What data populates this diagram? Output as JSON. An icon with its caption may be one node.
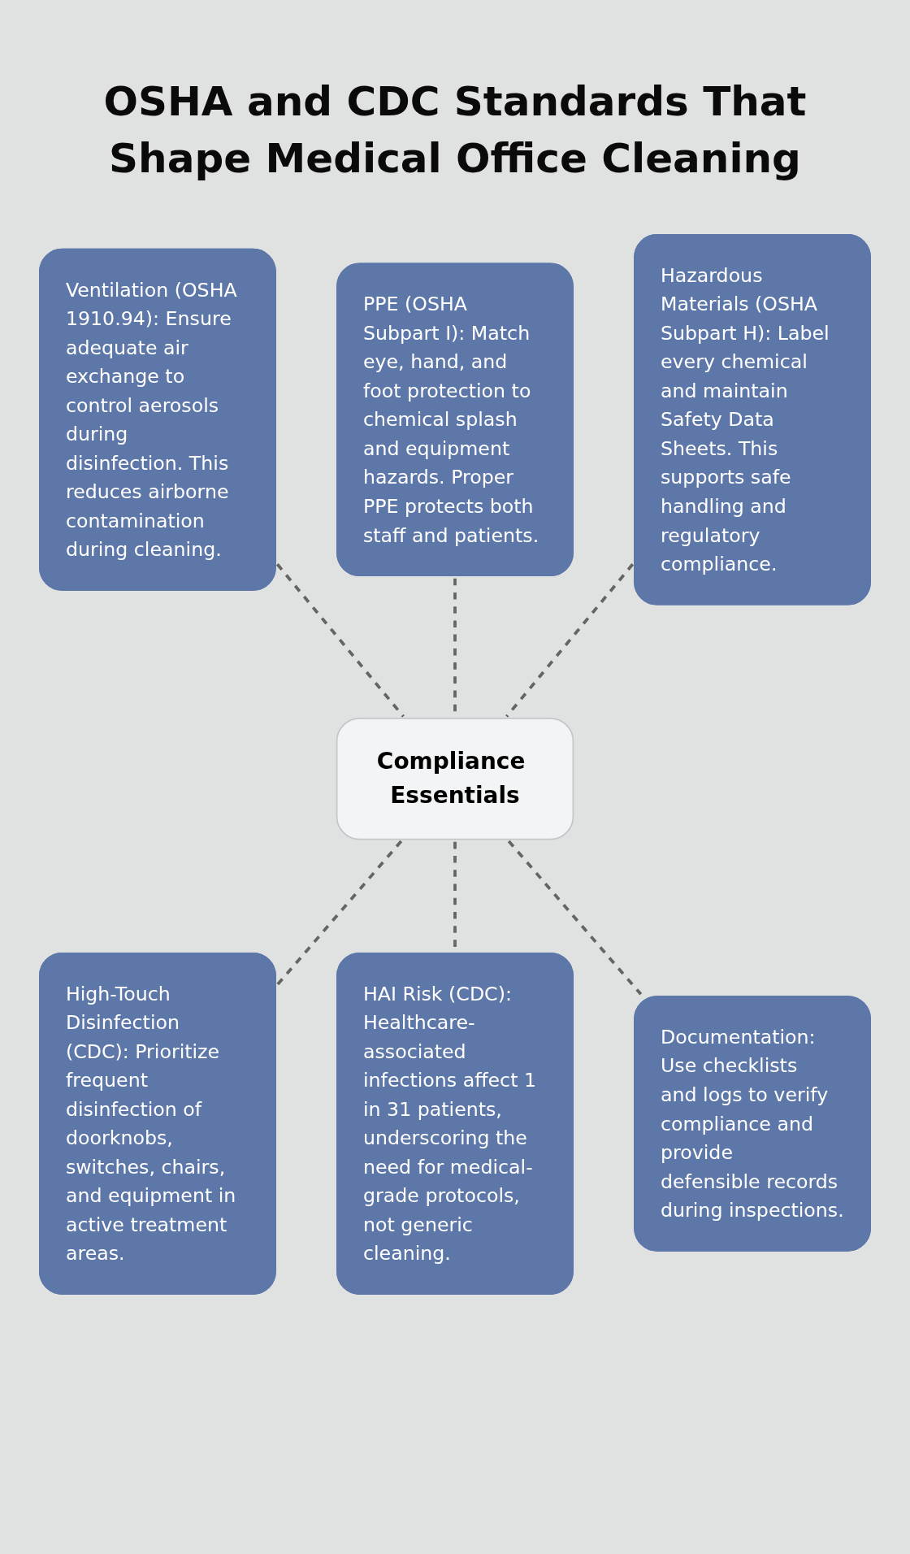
{
  "diagram": {
    "title": "OSHA and CDC Standards That Shape Medical Office Cleaning",
    "nodes": [
      {
        "text": [
          "Ventilation (OSHA 1910.94): Ensure adequate air exchange to control aerosols during disinfection. This reduces airborne contamination during cleaning."
        ]
      },
      {
        "text": [
          "PPE (OSHA Subpart I): Match eye, hand, and foot protection to chemical splash and equipment hazards. Proper PPE protects both staff and patients."
        ]
      },
      {
        "text": [
          "Hazardous Materials (OSHA Subpart H): Label every chemical and maintain Safety Data Sheets. This supports safe handling and regulatory compliance."
        ]
      },
      {
        "text": [
          "Compliance Essentials"
        ]
      },
      {
        "text": [
          "High-Touch Disinfection (CDC): Prioritize frequent disinfection of doorknobs, switches, chairs, and equipment in active treatment areas."
        ]
      },
      {
        "text": [
          "HAI Risk (CDC): Healthcare-associated infections affect 1 in 31 patients, underscoring the need for medical-grade protocols, not generic cleaning."
        ]
      },
      {
        "text": [
          "Documentation: Use checklists and logs to verify compliance and provide defensible records during inspections."
        ]
      }
    ],
    "edges": [
      {
        "from": 0,
        "to": 3,
        "arrow": "none",
        "style": "dashed"
      },
      {
        "from": 1,
        "to": 3,
        "arrow": "none",
        "style": "dashed"
      },
      {
        "from": 2,
        "to": 3,
        "arrow": "none",
        "style": "dashed"
      },
      {
        "from": 3,
        "to": 4,
        "arrow": "none",
        "style": "dashed"
      },
      {
        "from": 3,
        "to": 5,
        "arrow": "none",
        "style": "dashed"
      },
      {
        "from": 3,
        "to": 6,
        "arrow": "none",
        "style": "dashed"
      }
    ]
  }
}
